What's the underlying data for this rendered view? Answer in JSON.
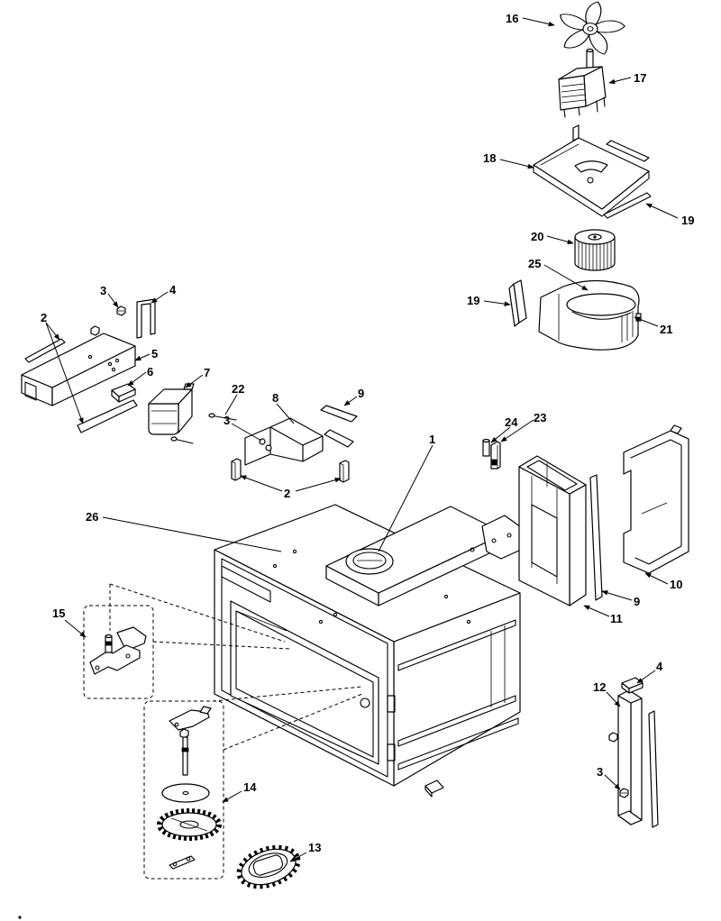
{
  "colors": {
    "line": "#000000",
    "background": "#ffffff"
  },
  "callouts": [
    "16",
    "17",
    "18",
    "19",
    "20",
    "25",
    "19",
    "21",
    "3",
    "4",
    "2",
    "5",
    "6",
    "7",
    "22",
    "8",
    "9",
    "3",
    "2",
    "1",
    "24",
    "23",
    "26",
    "10",
    "9",
    "11",
    "15",
    "4",
    "12",
    "3",
    "14",
    "13"
  ]
}
